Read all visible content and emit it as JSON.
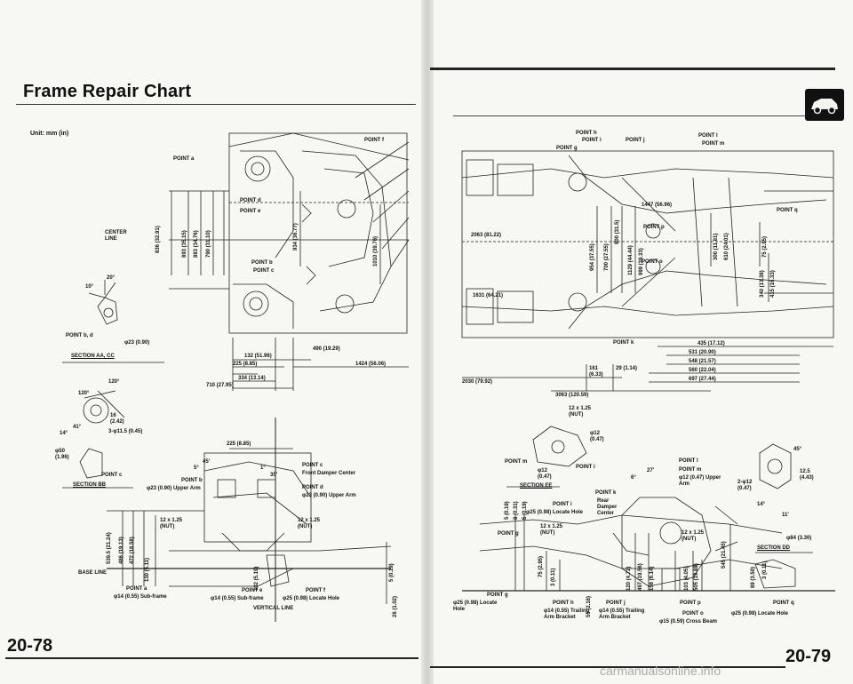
{
  "left_page": {
    "title": "Frame Repair Chart",
    "unit_label": "Unit: mm (in)",
    "page_number": "20-78",
    "labels": {
      "point_a": "POINT a",
      "point_f": "POINT f",
      "point_d": "POINT d",
      "point_e": "POINT e",
      "point_b": "POINT b",
      "point_c": "POINT c",
      "center_line": "CENTER LINE",
      "dim_836": "836 (32.91)",
      "dim_893": "893 (35.15)",
      "dim_883": "883 (34.76)",
      "dim_790": "790 (31.10)",
      "dim_934": "934 (36.77)",
      "dim_1010": "1010 (39.76)",
      "angle_10": "10°",
      "angle_20": "20°",
      "point_bd": "POINT b, d",
      "dia_23": "φ23 (0.90)",
      "section_aa_cc": "SECTION AA, CC",
      "dim_490": "490 (19.29)",
      "dim_132": "132 (51.96)",
      "dim_225_top": "225 (8.85)",
      "dim_1424": "1424 (56.06)",
      "dim_334": "334 (13.14)",
      "dim_710": "710 (27.95)",
      "angle_120a": "120°",
      "angle_120b": "120°",
      "angle_41": "41°",
      "angle_14": "14°",
      "dia_11": "3-φ11.5 (0.45)",
      "dim_16_42": "16 (2.42)",
      "dim_50": "φ50 (1.96)",
      "point_c_sec": "POINT c",
      "section_bb": "SECTION BB",
      "dim_225_bottom": "225 (8.85)",
      "angle_5": "5°",
      "angle_45": "45'",
      "angle_1": "1°",
      "angle_35": "35'",
      "point_c_front": "POINT c",
      "front_damper": "Front Damper Center",
      "point_b_upper": "POINT b",
      "dia_23_upper": "φ23 (0.90) Upper Arm",
      "point_d_upper": "POINT d",
      "dia_23_upper_d": "φ23 (0.90) Upper Arm",
      "nut_1": "12 x 1.25 (NUT)",
      "nut_2": "12 x 1.25 (NUT)",
      "dim_539": "539.5 (21.24)",
      "dim_486": "486 (19.13)",
      "dim_472": "472 (18.58)",
      "dim_130": "130 (5.11)",
      "dim_132_519": "132 (5.19)",
      "dim_5_019": "5 (0.19)",
      "dim_26": "26 (1.02)",
      "base_line": "BASE LINE",
      "point_a_bottom": "POINT a",
      "dia_14_a": "φ14 (0.55) Sub-frame",
      "point_e_bottom": "POINT e",
      "dia_14_e": "φ14 (0.55) Sub-frame",
      "point_f_bottom": "POINT f",
      "dia_25_f": "φ25 (0.98) Locate Hole",
      "vertical_line": "VERTICAL LINE"
    }
  },
  "right_page": {
    "page_number": "20-79",
    "watermark": "carmanualsonline.info",
    "labels": {
      "point_h": "POINT h",
      "point_i": "POINT i",
      "point_j": "POINT j",
      "point_g": "POINT g",
      "point_l": "POINT l",
      "point_m": "POINT m",
      "point_q": "POINT q",
      "point_p": "POINT p",
      "point_o": "POINT o",
      "point_k": "POINT k",
      "dim_2063": "2063 (81.22)",
      "dim_1447": "1447 (56.96)",
      "dim_1631": "1631 (64.21)",
      "dim_954": "954 (37.55)",
      "dim_700": "700 (27.55)",
      "dim_800": "800 (31.5)",
      "dim_1129": "1129 (44.44)",
      "dim_999": "999 (39.33)",
      "dim_300": "300 (11.81)",
      "dim_610": "610 (24.01)",
      "dim_75": "75 (2.95)",
      "dim_340": "340 (13.38)",
      "dim_415": "415 (16.33)",
      "dim_435": "435 (17.12)",
      "dim_531": "531 (20.90)",
      "dim_548": "548 (21.57)",
      "dim_560": "560 (22.04)",
      "dim_697": "697 (27.44)",
      "dim_161": "161 (6.33)",
      "dim_29": "29 (1.14)",
      "dim_2030": "2030 (79.92)",
      "dim_3063": "3063 (120.59)",
      "nut_top": "12 x 1.25 (NUT)",
      "dim_12_047": "φ12 (0.47)",
      "point_m_sec": "POINT m",
      "dim_12_047b": "φ12 (0.47)",
      "point_i_sec": "POINT i",
      "section_ee": "SECTION EE",
      "angle_6": "6°",
      "angle_27": "27'",
      "point_l_right": "POINT l",
      "point_m_right": "POINT m",
      "upper_arm": "φ12 (0.47) Upper Arm",
      "two_12": "2-φ12 (0.47)",
      "angle_45": "45°",
      "dim_12_5": "12.5 (4.43)",
      "angle_14": "14°",
      "angle_11": "11'",
      "dim_84": "φ84 (3.30)",
      "section_dd": "SECTION DD",
      "point_k_rear": "POINT k",
      "rear_damper": "Rear Damper Center",
      "point_i_hole": "POINT i",
      "dia_25_hole": "φ25 (0.98) Locate Hole",
      "nut_mid": "12 x 1.25 (NUT)",
      "point_g_mid": "POINT g",
      "nut_right": "12 x 1.25 (NUT)",
      "dim_5_019": "5 (0.19)",
      "dim_8_031": "8 (0.31)",
      "dim_5_019b": "5 (0.19)",
      "dim_75_295": "75 (2.95)",
      "dim_3_011": "3 (0.11)",
      "dim_120": "120 (4.72)",
      "dim_497": "497 (19.56)",
      "dim_156": "156 (6.14)",
      "dim_103": "103 (4.05)",
      "dim_505": "505 (19.88)",
      "dim_545": "545 (21.45)",
      "dim_89": "89 (3.50)",
      "dim_3_011b": "3 (0.11)",
      "dim_55": "55 (2.16)",
      "point_g_bottom": "POINT g",
      "dia_25_g": "φ25 (0.98) Locate Hole",
      "point_h_bottom": "POINT h",
      "dia_14_h": "φ14 (0.55) Trailing Arm Bracket",
      "point_j_bottom": "POINT j",
      "dia_14_j": "φ14 (0.55) Trailing Arm Bracket",
      "point_p_bottom": "POINT p",
      "point_o_bottom": "POINT o",
      "dia_15_o": "φ15 (0.59) Cross Beam",
      "point_q_bottom": "POINT q",
      "dia_25_q": "φ25 (0.98) Locate Hole"
    }
  }
}
